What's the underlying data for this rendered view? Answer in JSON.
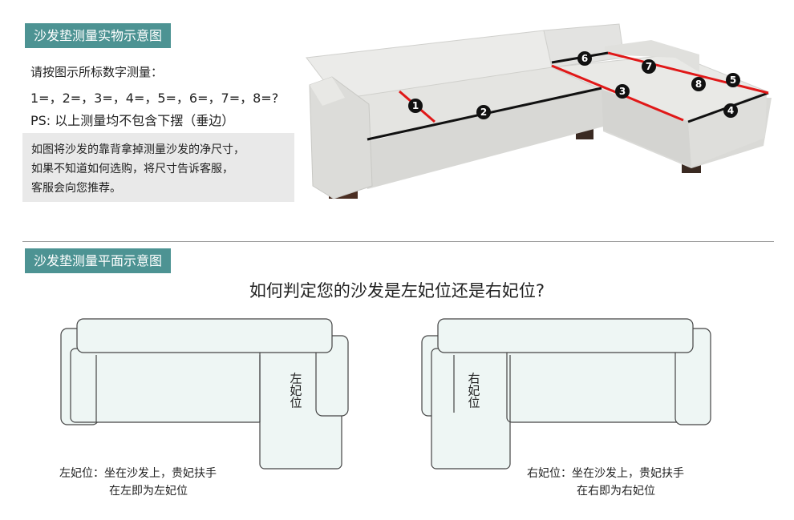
{
  "section1": {
    "title": "沙发垫测量实物示意图",
    "instruction": "请按图示所标数字测量：",
    "fields": "1=，2=，3=，4=，5=，6=，7=，8=?",
    "ps": "PS: 以上测量均不包含下摆（垂边）",
    "note_lines": [
      "如图将沙发的靠背拿掉测量沙发的净尺寸，",
      "如果不知道如何选购，将尺寸告诉客服，",
      "客服会向您推荐。"
    ],
    "markers": [
      "1",
      "2",
      "3",
      "4",
      "5",
      "6",
      "7",
      "8"
    ]
  },
  "section2": {
    "title": "沙发垫测量平面示意图",
    "question": "如何判定您的沙发是左妃位还是右妃位?",
    "left_label": "左妃位",
    "right_label": "右妃位",
    "left_caption_lines": [
      "左妃位：坐在沙发上，贵妃扶手",
      "在左即为左妃位"
    ],
    "right_caption_lines": [
      "右妃位：坐在沙发上，贵妃扶手",
      "在右即为右妃位"
    ]
  },
  "colors": {
    "tag_bg": "#4d9393",
    "red_measure": "#e01818",
    "black_measure": "#111111",
    "diagram_fill": "#eef6f4",
    "note_bg": "#e9e9e9"
  }
}
